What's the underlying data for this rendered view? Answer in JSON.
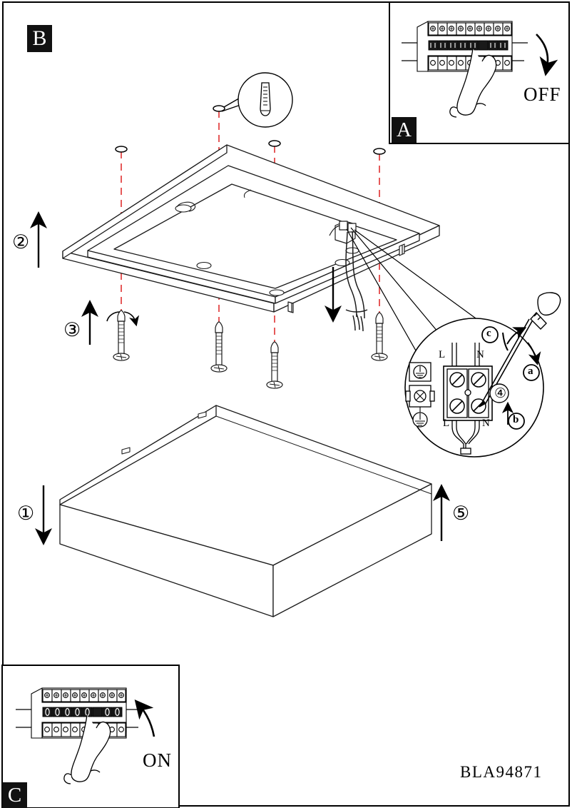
{
  "document": {
    "type": "luminaire-installation-instructions",
    "product_code": "BLA94871",
    "main_panel_label": "B"
  },
  "panels": [
    {
      "id": "A",
      "label": "A",
      "position": "top-right",
      "caption": "OFF",
      "description": "circuit-breaker-panel-switch-off",
      "icon": "hand-finger-icon",
      "arrow": "curved-arrow-down"
    },
    {
      "id": "B",
      "label": "B",
      "position": "main",
      "caption": "",
      "description": "main-assembly-exploded-view"
    },
    {
      "id": "C",
      "label": "C",
      "position": "bottom-left",
      "caption": "ON",
      "description": "circuit-breaker-panel-switch-on",
      "icon": "hand-finger-icon",
      "arrow": "curved-arrow-up"
    }
  ],
  "steps": [
    {
      "number": "1",
      "glyph": "①",
      "direction": "down",
      "description": "lower-diffuser-cover-removal"
    },
    {
      "number": "2",
      "glyph": "②",
      "direction": "up",
      "description": "raise-mounting-plate-to-ceiling"
    },
    {
      "number": "3",
      "glyph": "③",
      "direction": "up",
      "description": "insert-and-tighten-screws"
    },
    {
      "number": "4",
      "glyph": "④",
      "direction": "none",
      "description": "wire-terminal-connection"
    },
    {
      "number": "5",
      "glyph": "⑤",
      "direction": "up",
      "description": "refit-diffuser-cover"
    }
  ],
  "terminal_detail": {
    "title": "terminal-block-wiring",
    "step_marker": "④",
    "terminals_top": [
      "L",
      "N"
    ],
    "terminals_bottom": [
      "L",
      "N"
    ],
    "markers": [
      {
        "label": "a",
        "glyph": "ⓐ",
        "meaning": "tighten-clockwise"
      },
      {
        "label": "b",
        "glyph": "ⓑ",
        "meaning": "insert-wire-upward"
      },
      {
        "label": "c",
        "glyph": "ⓒ",
        "meaning": "loosen-counterclockwise"
      }
    ],
    "tool": "screwdriver-icon",
    "earth_symbols": 2,
    "screw_count": 4
  },
  "callout_detail": {
    "description": "wall-plug-dowel-magnifier",
    "item": "wall-plug-icon"
  },
  "hardware": {
    "screws": 4,
    "screw_icon": "screw-icon",
    "wall_plugs": 4,
    "ceiling_hole_markers": 4,
    "alignment_lines": "dashed-red"
  },
  "colors": {
    "line": "#1a1a1a",
    "alignment_dashed": "#e03030",
    "badge_background": "#111111",
    "badge_text": "#ffffff",
    "paper": "#ffffff"
  }
}
